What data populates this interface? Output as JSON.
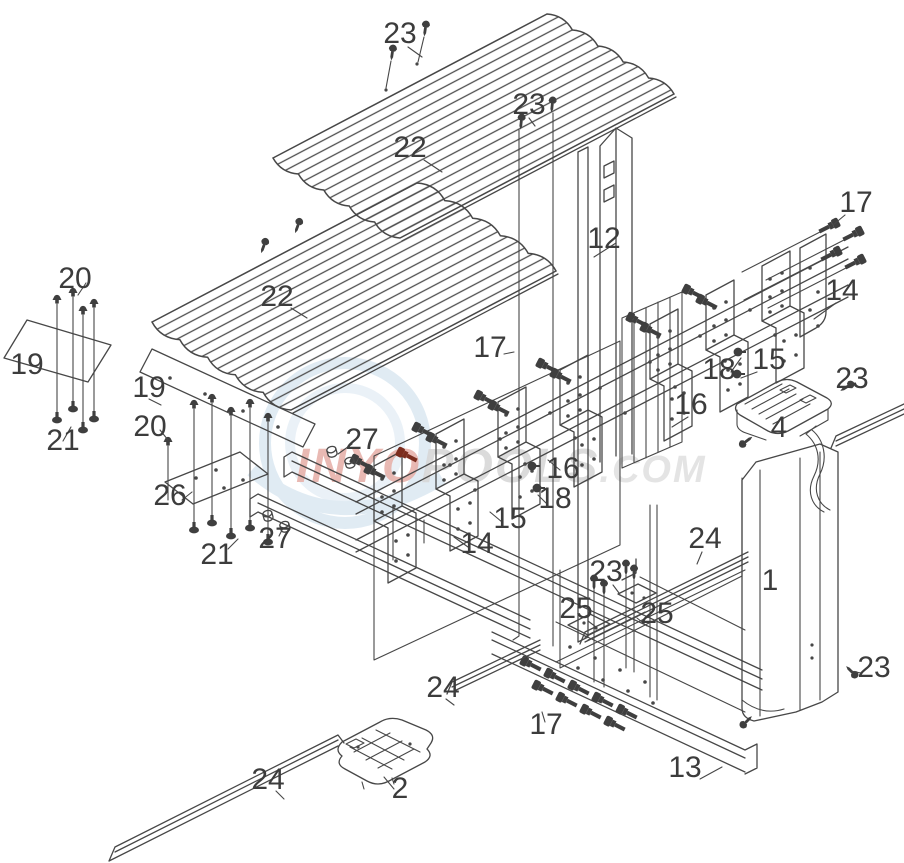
{
  "diagram": {
    "type": "exploded-parts-diagram"
  },
  "watermark": {
    "brand": "INYO",
    "brand2": "POOLS",
    "suffix": ".COM"
  },
  "colors": {
    "background": "#ffffff",
    "line": "#474747",
    "label": "#3c3c3c",
    "hardware": "#3f3f3f",
    "accent_red_screw": "#7c2d1e",
    "watermark_red": "#e7b2ab",
    "watermark_gray": "#d8d8d8",
    "watermark_lgray": "#e2e2e2",
    "watermark_blue": "#c7dbea"
  },
  "callouts": [
    "23",
    "23",
    "22",
    "12",
    "17",
    "14",
    "20",
    "19",
    "19",
    "21",
    "20",
    "22",
    "17",
    "18",
    "15",
    "16",
    "23",
    "4",
    "26",
    "27",
    "16",
    "18",
    "15",
    "14",
    "27",
    "21",
    "24",
    "1",
    "23",
    "25",
    "25",
    "23",
    "17",
    "13",
    "24",
    "24",
    "2"
  ]
}
